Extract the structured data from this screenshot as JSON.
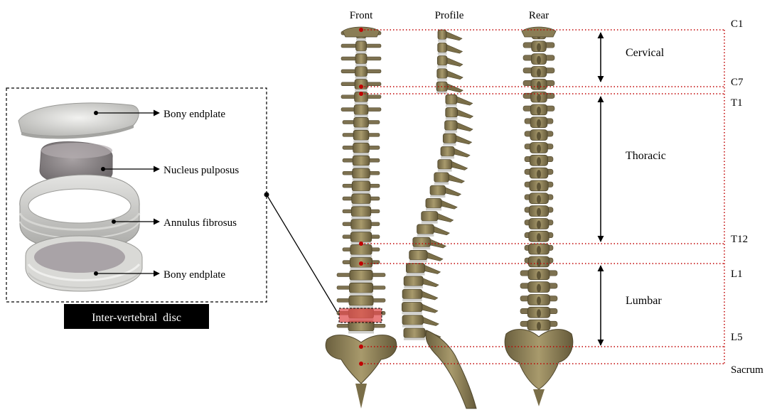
{
  "views": {
    "front": "Front",
    "profile": "Profile",
    "rear": "Rear"
  },
  "levels": {
    "c1": "C1",
    "c7": "C7",
    "t1": "T1",
    "t12": "T12",
    "l1": "L1",
    "l5": "L5",
    "sacrum": "Sacrum"
  },
  "regions": {
    "cervical": "Cervical",
    "thoracic": "Thoracic",
    "lumbar": "Lumbar"
  },
  "disc": {
    "title": "Inter-vertebral  disc",
    "parts": {
      "endplate_top": "Bony endplate",
      "nucleus": "Nucleus pulposus",
      "annulus": "Annulus fibrosus",
      "endplate_bottom": "Bony endplate"
    }
  },
  "colors": {
    "bone": "#8a7d55",
    "bone_dark": "#5e5436",
    "disc_gray": "#c9c9c6",
    "level_line": "#c00000",
    "highlight": "#e05050"
  }
}
